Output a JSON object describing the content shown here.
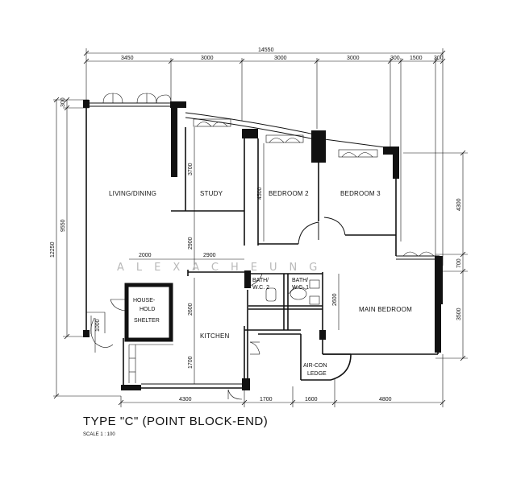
{
  "plan": {
    "title": "TYPE \"C\" (POINT BLOCK-END)",
    "scale": "SCALE   1 : 100",
    "watermark": "ALEXACHEUNG"
  },
  "rooms": {
    "living_dining": "LIVING/DINING",
    "study": "STUDY",
    "bedroom_2": "BEDROOM 2",
    "bedroom_3": "BEDROOM 3",
    "main_bedroom": "MAIN BEDROOM",
    "kitchen": "KITCHEN",
    "household_shelter": [
      "HOUSE-",
      "HOLD",
      "SHELTER"
    ],
    "bath_wc_2": [
      "BATH/",
      "W.C. 2"
    ],
    "bath_wc_1": [
      "BATH/",
      "W.C. 1"
    ],
    "aircon_ledge": [
      "AIR-CON",
      "LEDGE"
    ]
  },
  "dimensions": {
    "overall_top": "14550",
    "top": [
      "3450",
      "3000",
      "3000",
      "3000",
      "300",
      "1500",
      "300"
    ],
    "left": [
      "300",
      "9550",
      "12250"
    ],
    "inner": {
      "study_h": "3700",
      "bed2_h": "4500",
      "living_study_gap": "2900",
      "kitchen_w1": "2000",
      "kitchen_w2": "2900",
      "shelter_h": "2600",
      "kitchen_h": "1700",
      "bath_h": "2600",
      "entry": "1000"
    },
    "right": [
      "4300",
      "700",
      "3500"
    ],
    "bottom": [
      "4300",
      "1700",
      "1600",
      "4800"
    ]
  }
}
